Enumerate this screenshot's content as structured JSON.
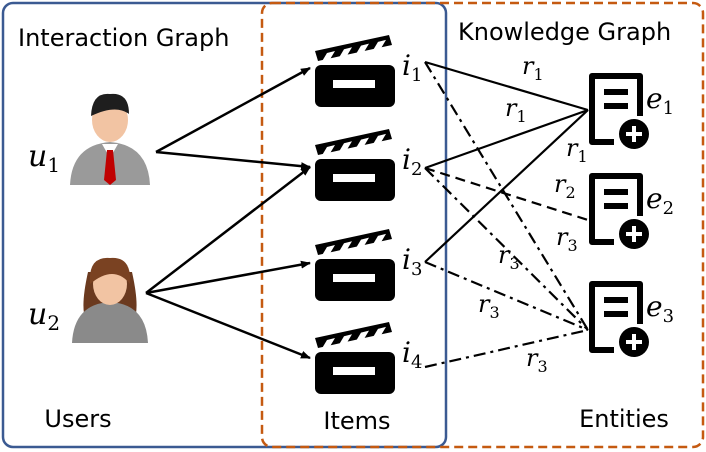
{
  "labels": {
    "interaction_graph": "Interaction Graph",
    "knowledge_graph": "Knowledge Graph",
    "users": "Users",
    "items": "Items",
    "entities": "Entities"
  },
  "users": [
    {
      "id": "u1",
      "base": "u",
      "sub": "1",
      "gender": "male"
    },
    {
      "id": "u2",
      "base": "u",
      "sub": "2",
      "gender": "female"
    }
  ],
  "items": [
    {
      "id": "i1",
      "base": "i",
      "sub": "1"
    },
    {
      "id": "i2",
      "base": "i",
      "sub": "2"
    },
    {
      "id": "i3",
      "base": "i",
      "sub": "3"
    },
    {
      "id": "i4",
      "base": "i",
      "sub": "4"
    }
  ],
  "entities": [
    {
      "id": "e1",
      "base": "e",
      "sub": "1"
    },
    {
      "id": "e2",
      "base": "e",
      "sub": "2"
    },
    {
      "id": "e3",
      "base": "e",
      "sub": "3"
    }
  ],
  "interactions": [
    {
      "from": "u1",
      "to": "i1"
    },
    {
      "from": "u1",
      "to": "i2"
    },
    {
      "from": "u2",
      "to": "i2"
    },
    {
      "from": "u2",
      "to": "i3"
    },
    {
      "from": "u2",
      "to": "i4"
    }
  ],
  "relations": [
    {
      "from": "i1",
      "to": "e1",
      "label": "r",
      "sub": "1",
      "style": "solid"
    },
    {
      "from": "i2",
      "to": "e1",
      "label": "r",
      "sub": "1",
      "style": "solid"
    },
    {
      "from": "i3",
      "to": "e1",
      "label": "r",
      "sub": "1",
      "style": "solid"
    },
    {
      "from": "i2",
      "to": "e2",
      "label": "r",
      "sub": "2",
      "style": "dashed"
    },
    {
      "from": "i1",
      "to": "e3",
      "label": "r",
      "sub": "3",
      "style": "dashdot"
    },
    {
      "from": "i2",
      "to": "e3",
      "label": "r",
      "sub": "3",
      "style": "dashdot"
    },
    {
      "from": "i3",
      "to": "e3",
      "label": "r",
      "sub": "3",
      "style": "dashdot"
    },
    {
      "from": "i4",
      "to": "e3",
      "label": "r",
      "sub": "3",
      "style": "dashdot"
    }
  ],
  "colors": {
    "interaction_box": "#3b5a92",
    "knowledge_box": "#c55a11",
    "ink": "#000000",
    "tie": "#c00000",
    "skin": "#f2c4a3"
  },
  "icons": {
    "user": "person-avatar-icon",
    "item": "clapperboard-icon",
    "entity": "document-add-icon"
  }
}
